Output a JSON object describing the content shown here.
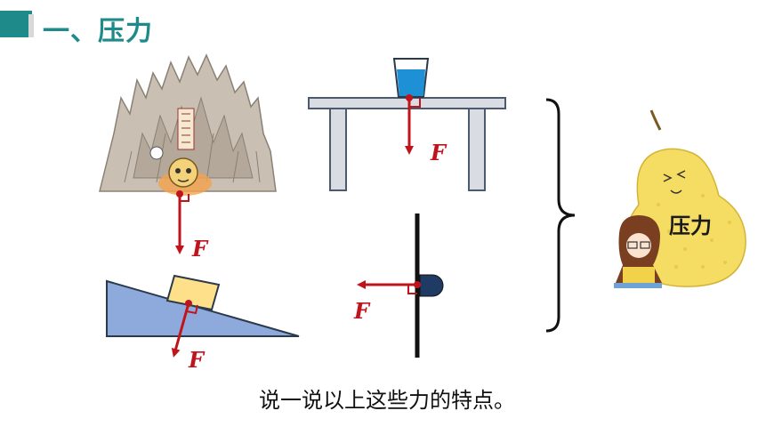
{
  "title": {
    "text": "一、压力"
  },
  "diagrams": {
    "mountain": {
      "force_label": "F"
    },
    "table_cup": {
      "force_label": "F"
    },
    "incline": {
      "force_label": "F"
    },
    "wall_pin": {
      "force_label": "F"
    }
  },
  "pear": {
    "label": "压力"
  },
  "caption": {
    "text": "说一说以上这些力的特点。"
  },
  "colors": {
    "accent": "#1f8a8a",
    "force": "#c0141c",
    "incline": "#8ea9db",
    "block": "#ffe08a"
  }
}
